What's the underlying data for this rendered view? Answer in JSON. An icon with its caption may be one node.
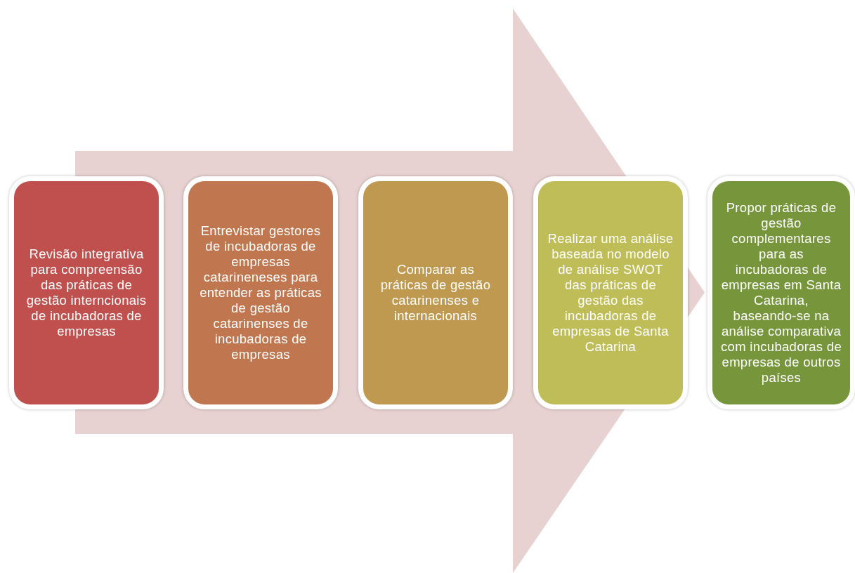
{
  "diagram": {
    "nodes": [
      {
        "text": [
          "Revisão integrativa para compreensão das práticas de gestão interncionais de incubadoras de empresas"
        ]
      },
      {
        "text": [
          "Entrevistar gestores de incubadoras de empresas catarineneses para entender as práticas de gestão catarinenses de incubadoras de empresas"
        ]
      },
      {
        "text": [
          "Comparar as práticas de gestão catarinenses e internacionais"
        ]
      },
      {
        "text": [
          "Realizar uma análise baseada no modelo de análise SWOT das práticas de gestão das incubadoras de empresas de Santa Catarina"
        ]
      },
      {
        "text": [
          "Propor práticas de gestão complementares para as incubadoras de empresas em Santa Catarina, baseando-se na análise comparativa com incubadoras de empresas de outros países"
        ]
      }
    ],
    "edges": [
      {
        "from": 0,
        "to": 4,
        "arrow": "to"
      }
    ]
  }
}
